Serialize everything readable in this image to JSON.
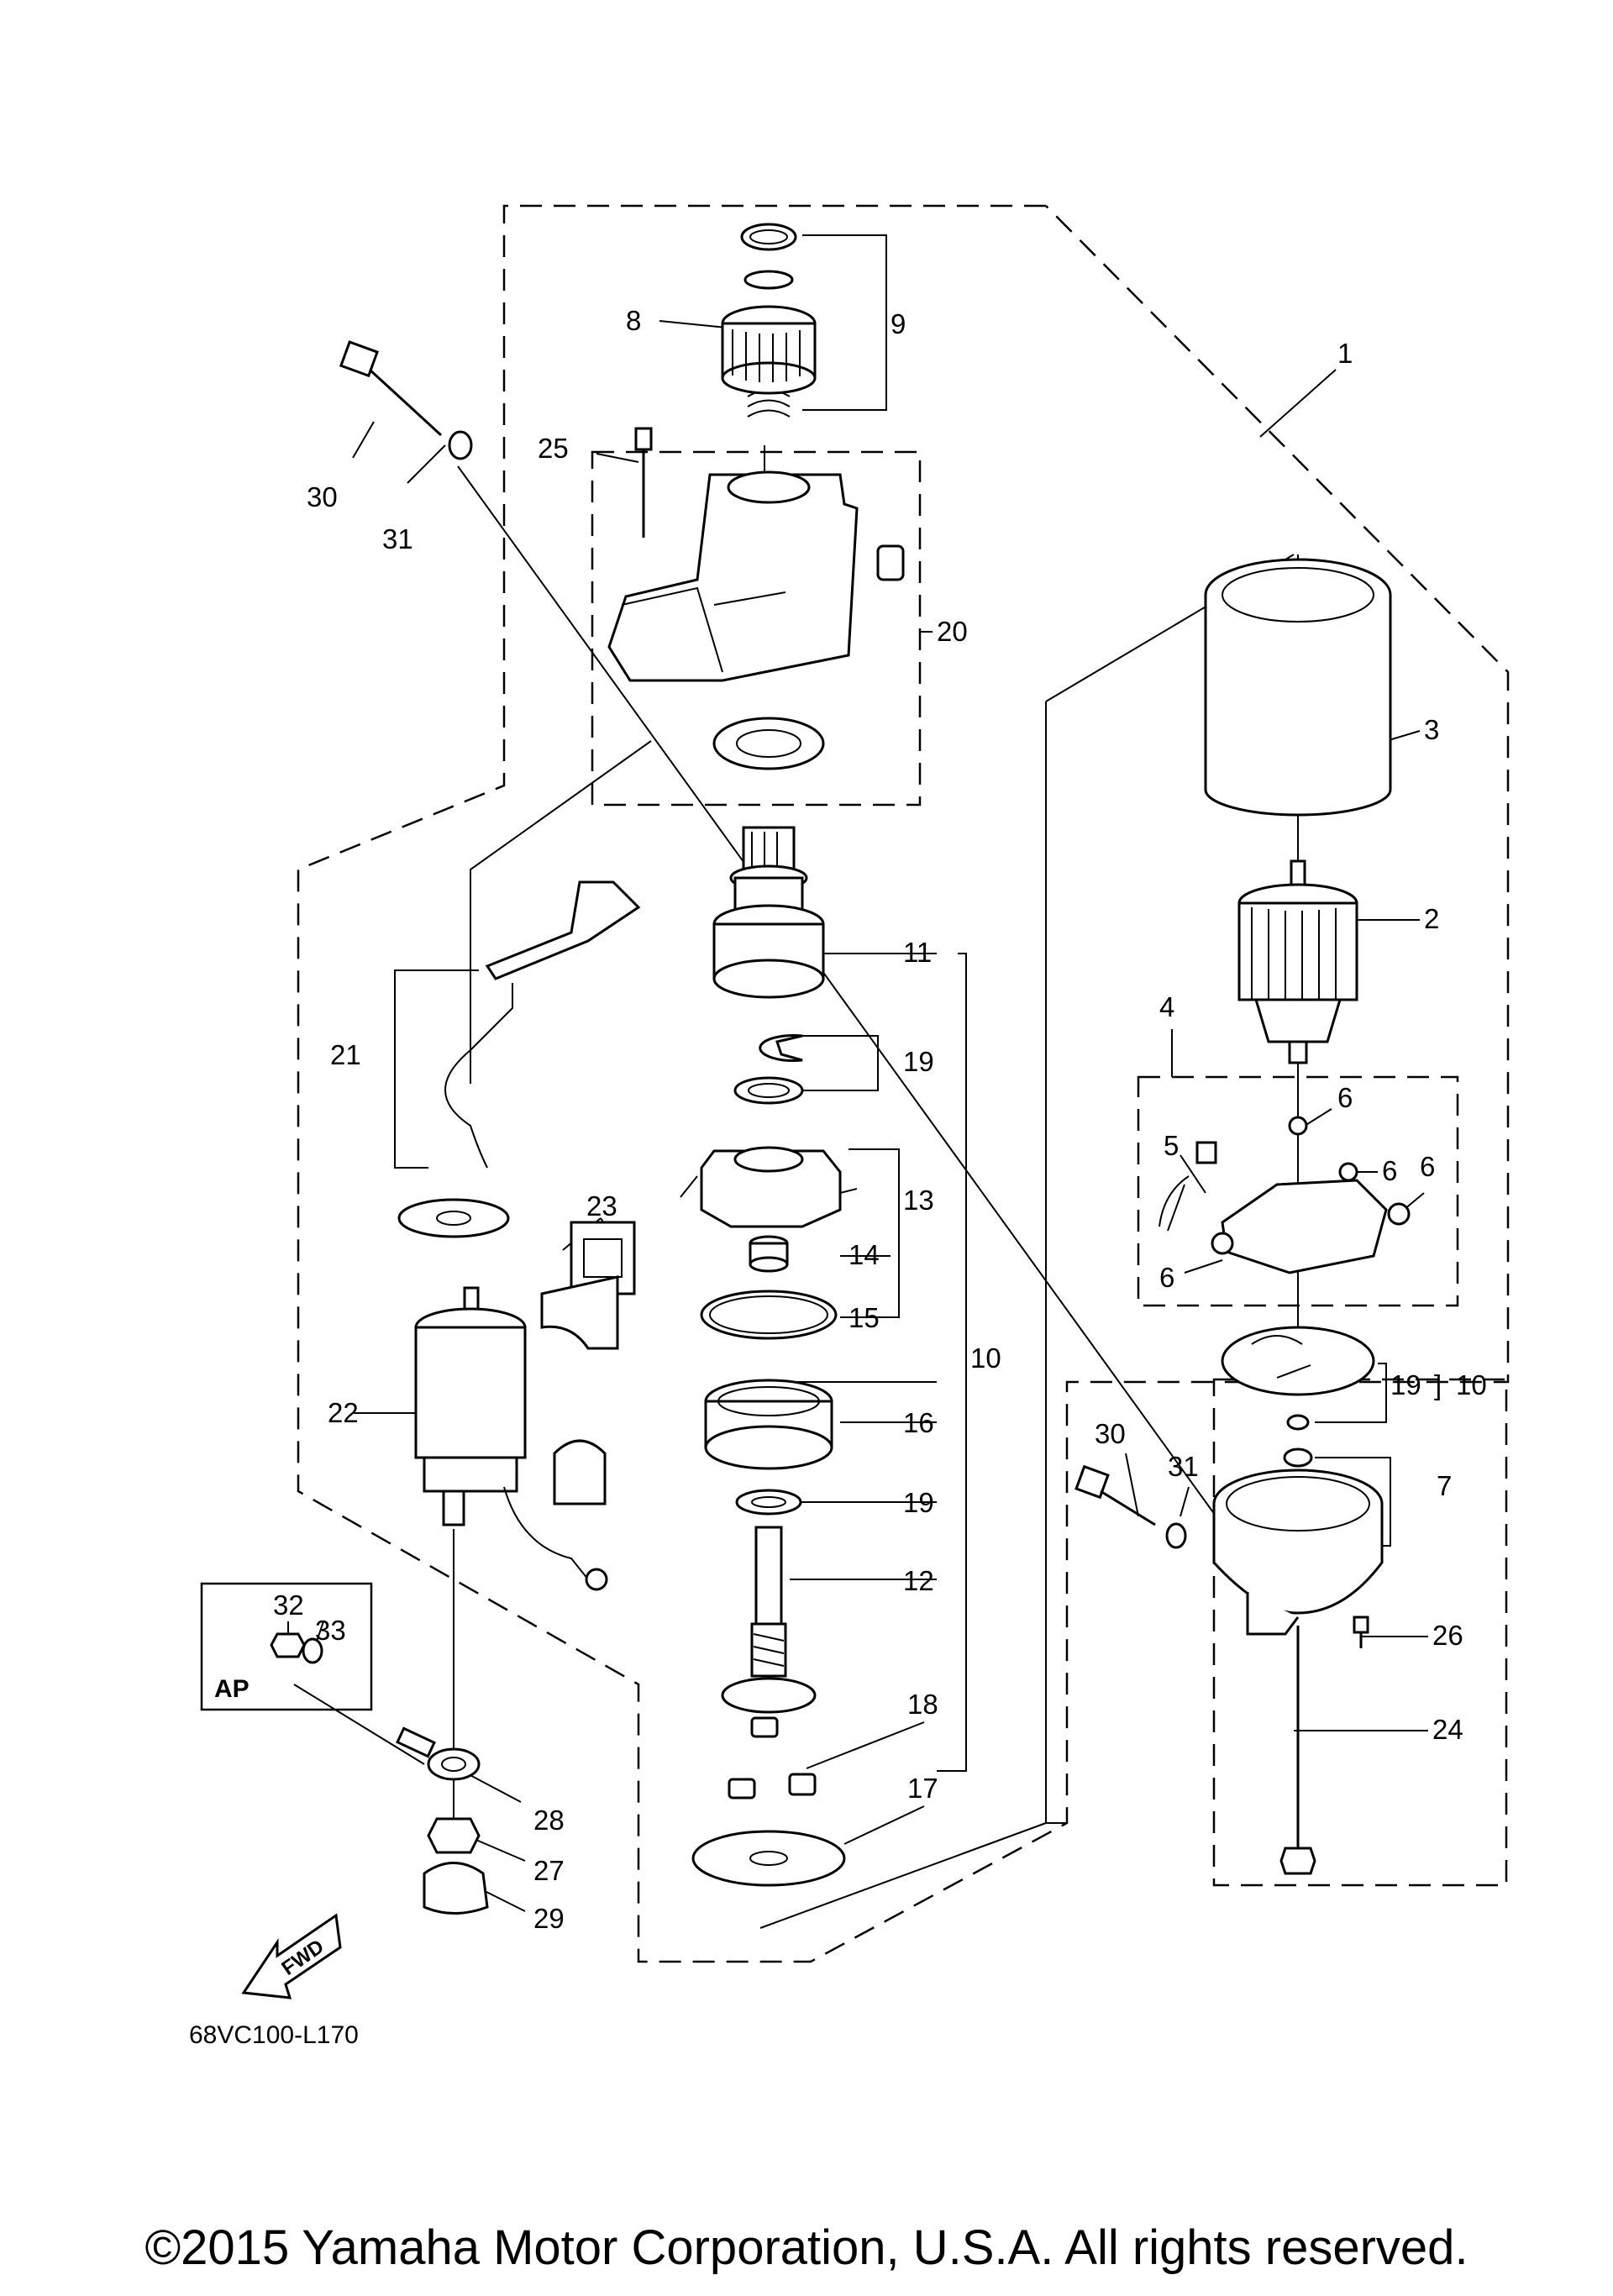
{
  "callouts": {
    "c1": "1",
    "c2": "2",
    "c3": "3",
    "c4": "4",
    "c5": "5",
    "c6a": "6",
    "c6b": "6",
    "c6c": "6",
    "c6d": "6",
    "c7": "7",
    "c8": "8",
    "c9": "9",
    "c10a": "10",
    "c10b": "10",
    "c11": "11",
    "c12": "12",
    "c13": "13",
    "c14": "14",
    "c15": "15",
    "c16": "16",
    "c17": "17",
    "c18": "18",
    "c19a": "19",
    "c19b": "19",
    "c19c": "19",
    "c20": "20",
    "c21": "21",
    "c22": "22",
    "c23": "23",
    "c24": "24",
    "c25": "25",
    "c26": "26",
    "c27": "27",
    "c28": "28",
    "c29": "29",
    "c30a": "30",
    "c30b": "30",
    "c31a": "31",
    "c31b": "31",
    "c32": "32",
    "c33": "33"
  },
  "ap_label": "AP",
  "fwd_label": "FWD",
  "diagram_code": "68VC100-L170",
  "copyright": "©2015 Yamaha Motor Corporation, U.S.A. All rights reserved."
}
